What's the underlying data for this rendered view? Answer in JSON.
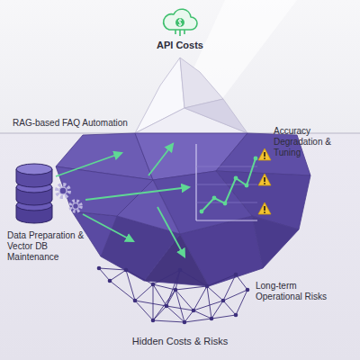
{
  "diagram": {
    "labels": [
      "API Costs",
      "RAG-based FAQ Automation",
      "Accuracy Degradation & Tuning",
      "Data Preparation & Vector DB Maintenance",
      "Long-term Operational Risks",
      "Hidden Costs & Risks"
    ]
  }
}
